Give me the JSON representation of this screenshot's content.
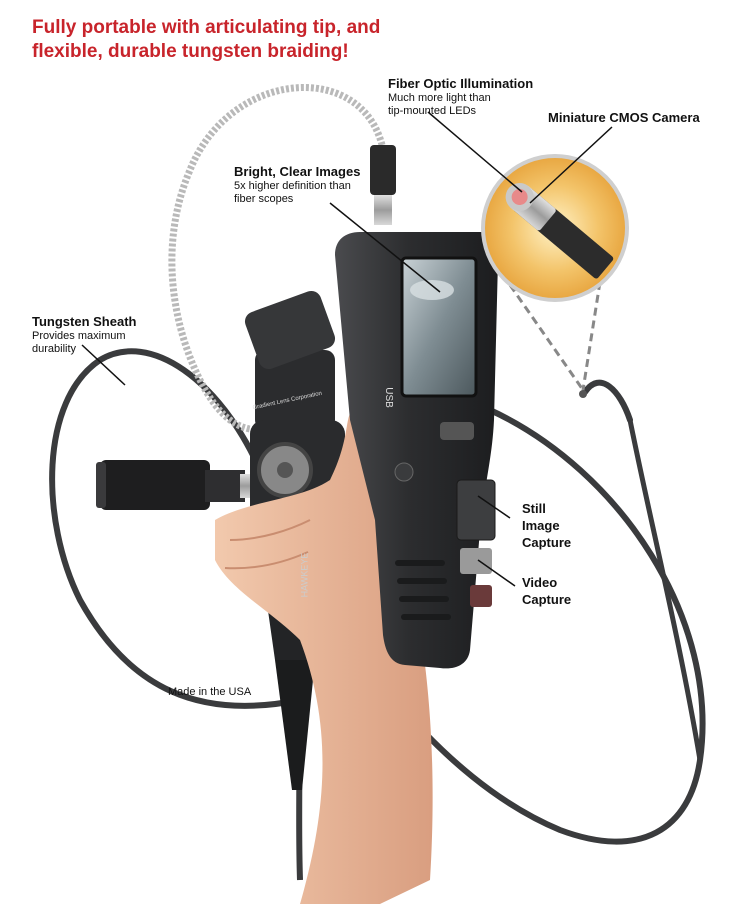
{
  "headline": {
    "line1": "Fully portable with articulating tip, and",
    "line2": "flexible, durable tungsten braiding!"
  },
  "callouts": {
    "fiber_optic": {
      "title": "Fiber Optic Illumination",
      "sub1": "Much more light than",
      "sub2": "tip-mounted LEDs"
    },
    "cmos": {
      "title": "Miniature CMOS Camera"
    },
    "bright": {
      "title": "Bright, Clear Images",
      "sub1": "5x higher definition than",
      "sub2": "fiber scopes"
    },
    "tungsten": {
      "title": "Tungsten Sheath",
      "sub1": "Provides maximum",
      "sub2": "durability"
    },
    "still": {
      "line1": "Still",
      "line2": "Image",
      "line3": "Capture"
    },
    "video": {
      "line1": "Video",
      "line2": "Capture"
    }
  },
  "made_in": "Made in the USA",
  "device_text": {
    "usb": "USB",
    "brand": "HAWKEYE",
    "company": "Gradient Lens Corporation"
  },
  "colors": {
    "headline": "#c8242b",
    "device_body": "#2f3032",
    "screen": "#8a9aa0",
    "lens_glow": "#f3c46a",
    "skin": "#e8b89a"
  }
}
